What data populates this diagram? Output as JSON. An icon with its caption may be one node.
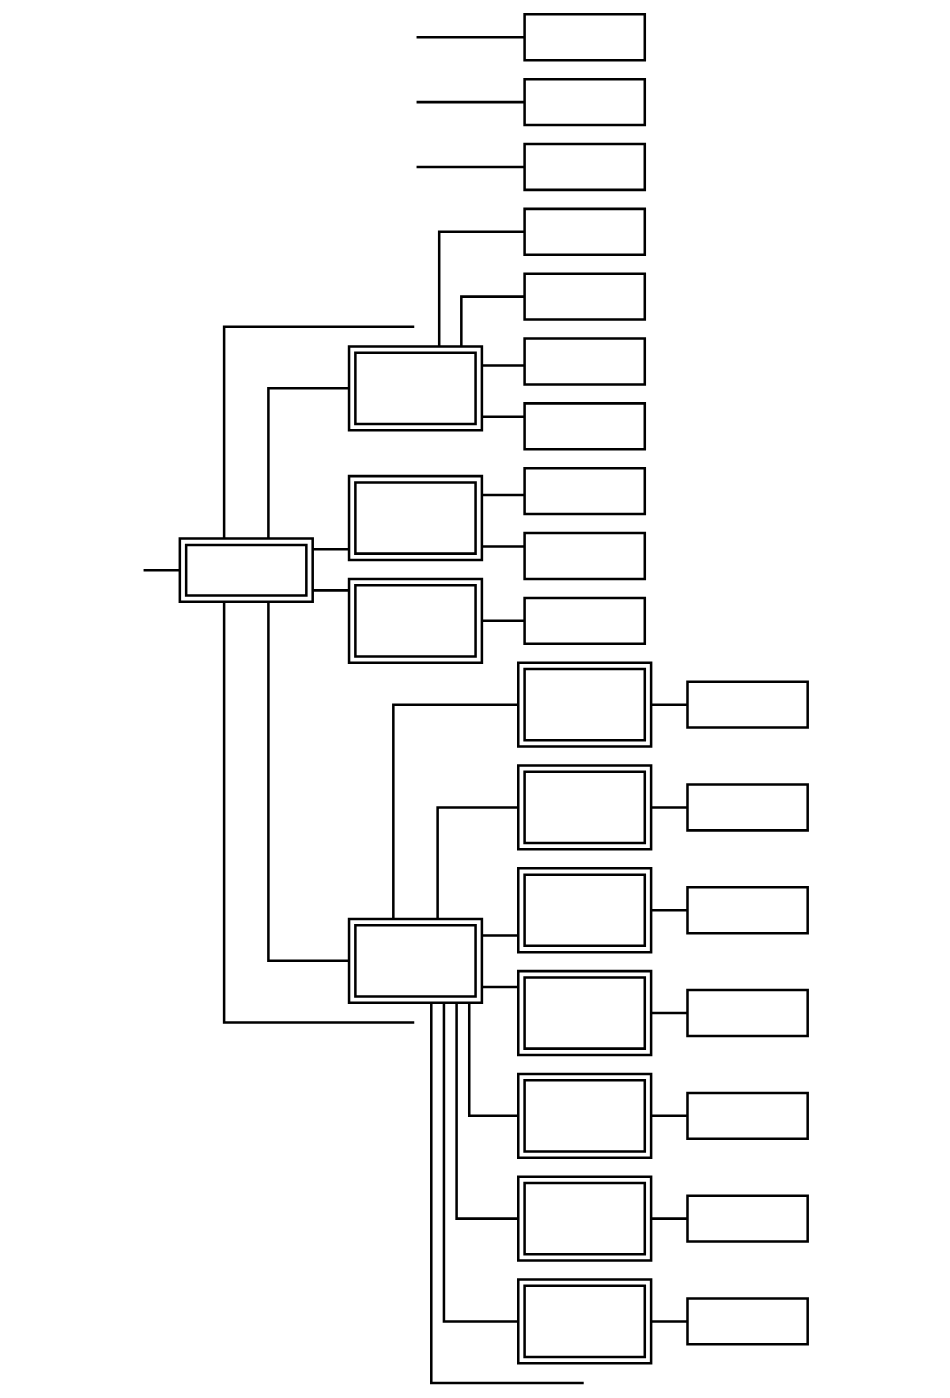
{
  "diagram": {
    "nodes": [
      {
        "text": [],
        "shape": "box"
      },
      {
        "text": [],
        "shape": "box"
      },
      {
        "text": [],
        "shape": "box"
      },
      {
        "text": [],
        "shape": "box"
      },
      {
        "text": [],
        "shape": "box"
      },
      {
        "text": [],
        "shape": "box"
      },
      {
        "text": [],
        "shape": "box"
      },
      {
        "text": [],
        "shape": "box"
      },
      {
        "text": [],
        "shape": "box"
      },
      {
        "text": [],
        "shape": "box"
      },
      {
        "text": [],
        "shape": "box"
      },
      {
        "text": [],
        "shape": "box"
      },
      {
        "text": [],
        "shape": "box"
      },
      {
        "text": [],
        "shape": "box"
      },
      {
        "text": [],
        "shape": "box"
      },
      {
        "text": [],
        "shape": "box"
      },
      {
        "text": [],
        "shape": "box"
      },
      {
        "text": [],
        "shape": "box"
      },
      {
        "text": [],
        "shape": "box"
      },
      {
        "text": [],
        "shape": "box"
      },
      {
        "text": [],
        "shape": "box"
      },
      {
        "text": [],
        "shape": "box"
      },
      {
        "text": [],
        "shape": "box"
      },
      {
        "text": [],
        "shape": "box"
      },
      {
        "text": [],
        "shape": "box"
      },
      {
        "text": [],
        "shape": "box"
      },
      {
        "text": [],
        "shape": "box"
      },
      {
        "text": [],
        "shape": "box"
      },
      {
        "text": [],
        "shape": "box"
      }
    ],
    "edges": [
      {
        "from": null,
        "to": 0,
        "arrow": "none"
      },
      {
        "from": null,
        "to": 1,
        "arrow": "none"
      },
      {
        "from": null,
        "to": 2,
        "arrow": "none"
      },
      {
        "from": 3,
        "to": 4,
        "arrow": "none"
      },
      {
        "from": 3,
        "to": 5,
        "arrow": "none"
      },
      {
        "from": 3,
        "to": 6,
        "arrow": "none"
      },
      {
        "from": 3,
        "to": 7,
        "arrow": "none"
      },
      {
        "from": 8,
        "to": 9,
        "arrow": "none"
      },
      {
        "from": 8,
        "to": 10,
        "arrow": "none"
      },
      {
        "from": null,
        "to": 11,
        "arrow": "none"
      },
      {
        "from": 11,
        "to": null,
        "arrow": "none"
      },
      {
        "from": 11,
        "to": 3,
        "arrow": "none"
      },
      {
        "from": 11,
        "to": 8,
        "arrow": "none"
      },
      {
        "from": 11,
        "to": 12,
        "arrow": "none"
      },
      {
        "from": 11,
        "to": 14,
        "arrow": "none"
      },
      {
        "from": 11,
        "to": null,
        "arrow": "none"
      },
      {
        "from": 12,
        "to": 13,
        "arrow": "none"
      },
      {
        "from": 14,
        "to": 15,
        "arrow": "none"
      },
      {
        "from": 15,
        "to": 16,
        "arrow": "none"
      },
      {
        "from": 14,
        "to": 17,
        "arrow": "none"
      },
      {
        "from": 17,
        "to": 18,
        "arrow": "none"
      },
      {
        "from": 14,
        "to": 19,
        "arrow": "none"
      },
      {
        "from": 19,
        "to": 20,
        "arrow": "none"
      },
      {
        "from": 14,
        "to": 21,
        "arrow": "none"
      },
      {
        "from": 21,
        "to": 22,
        "arrow": "none"
      },
      {
        "from": 14,
        "to": 23,
        "arrow": "none"
      },
      {
        "from": 23,
        "to": 24,
        "arrow": "none"
      },
      {
        "from": 14,
        "to": 25,
        "arrow": "none"
      },
      {
        "from": 25,
        "to": 26,
        "arrow": "none"
      },
      {
        "from": 14,
        "to": 27,
        "arrow": "none"
      },
      {
        "from": 27,
        "to": 28,
        "arrow": "none"
      },
      {
        "from": 14,
        "to": null,
        "arrow": "none"
      }
    ]
  }
}
